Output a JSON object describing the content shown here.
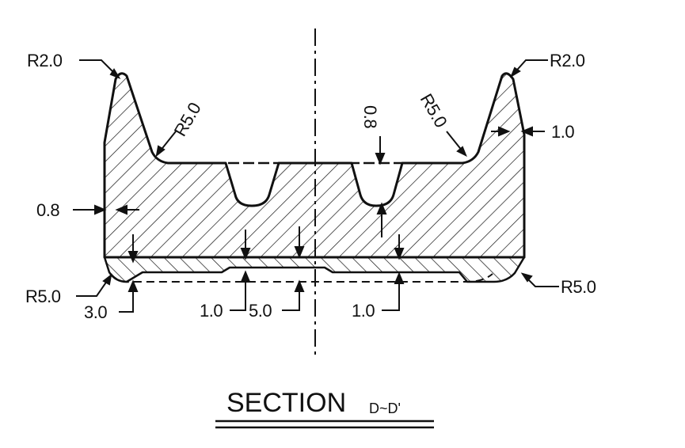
{
  "section_title": {
    "prefix": "SECTION",
    "designation": "D~D'"
  },
  "dimensions": {
    "radius_top_left": "R2.0",
    "radius_top_right": "R2.0",
    "radius_inner_left": "R5.0",
    "radius_inner_right": "R5.0",
    "radius_bottom_left": "R5.0",
    "radius_bottom_right": "R5.0",
    "groove_depth": "0.8",
    "wall_thickness_left": "0.8",
    "wall_offset_right": "1.0",
    "offset_bottom_left": "3.0",
    "offset_center_a": "1.0",
    "offset_center_b": "5.0",
    "offset_bottom_right": "1.0"
  }
}
